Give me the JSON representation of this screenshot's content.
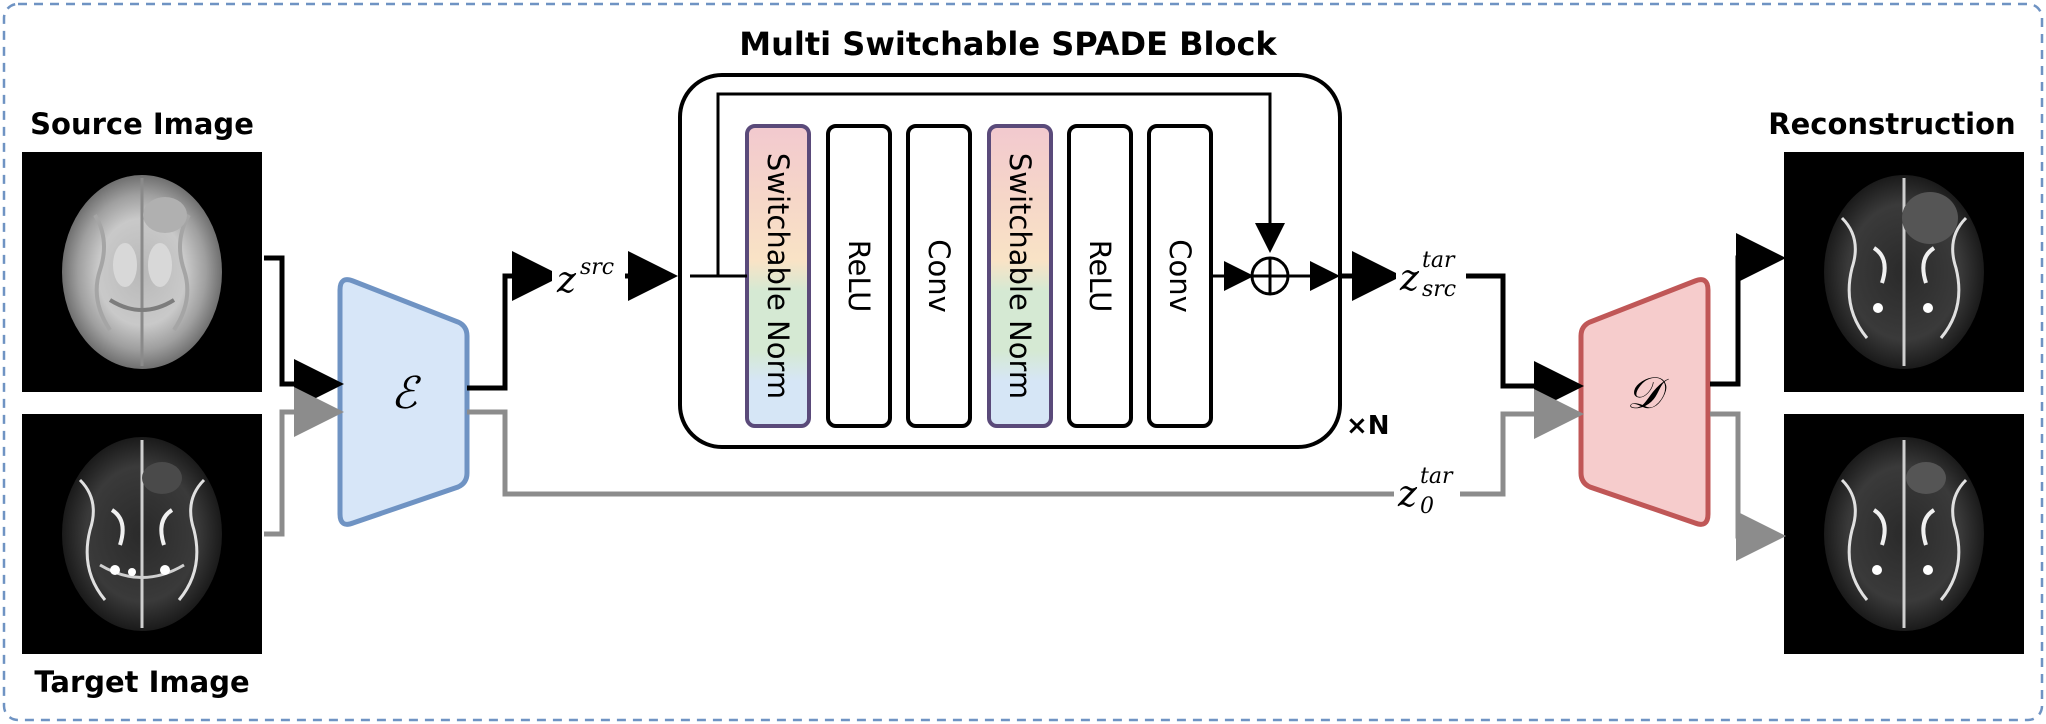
{
  "labels": {
    "title": "Multi Switchable SPADE Block",
    "source": "Source Image",
    "target": "Target Image",
    "reconstruction": "Reconstruction",
    "times_n": "×N"
  },
  "modules": {
    "encoder": "ℰ",
    "decoder": "𝒟"
  },
  "blocks": [
    "Switchable Norm",
    "ReLU",
    "Conv",
    "Switchable Norm",
    "ReLU",
    "Conv"
  ],
  "latents": {
    "z_src": {
      "base": "z",
      "sup": "src"
    },
    "z_src_tar": {
      "base": "z",
      "sup": "tar",
      "sub": "src"
    },
    "z_0_tar": {
      "base": "z",
      "sup": "tar",
      "sub": "0"
    }
  },
  "colors": {
    "encoder_fill": "#d7e6f8",
    "encoder_stroke": "#6f93c3",
    "decoder_fill": "#f6cccc",
    "decoder_stroke": "#c05757",
    "gray_path": "#8c8c8c",
    "border_dash": "#6f93c3",
    "norm_stroke": "#5a4a7a"
  }
}
